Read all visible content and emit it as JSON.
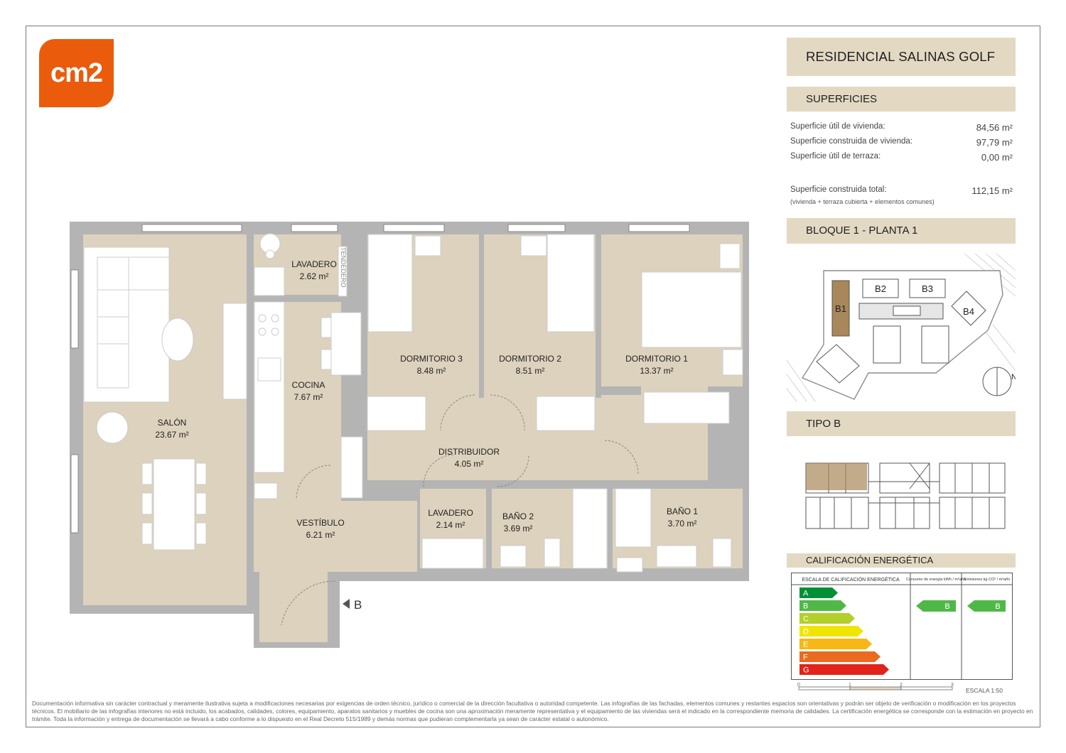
{
  "logo": "cm2",
  "title": "RESIDENCIAL SALINAS GOLF",
  "superficies": {
    "heading": "SUPERFICIES",
    "rows": [
      {
        "label": "Superficie útil de vivienda:",
        "value": "84,56 m²"
      },
      {
        "label": "Superficie construida de vivienda:",
        "value": "97,79 m²"
      },
      {
        "label": "Superficie útil de terraza:",
        "value": "0,00 m²"
      },
      {
        "label": "Superficie construida total:",
        "value": "112,15 m²"
      }
    ],
    "note": "(vivienda + terraza cubierta + elementos comunes)"
  },
  "bloque": "BLOQUE 1  - PLANTA 1",
  "site_plan": {
    "blocks": [
      "B1",
      "B2",
      "B3",
      "B4"
    ],
    "north": "N"
  },
  "tipo": "TIPO B",
  "calificacion": {
    "heading": "CALIFICACIÓN ENERGÉTICA",
    "scale_header": "ESCALA DE CALIFICACIÓN ENERGÉTICA",
    "consumo_header": "Consumo de energía kWh / m²año",
    "emisiones_header": "Emisiones kg CO² / m²año",
    "grades": [
      "A",
      "B",
      "C",
      "D",
      "E",
      "F",
      "G"
    ],
    "grade_colors": [
      "#009036",
      "#50b848",
      "#b3cf2b",
      "#f0e500",
      "#f7b717",
      "#ea6a1f",
      "#e2231a"
    ],
    "consumo": "B",
    "emisiones": "B"
  },
  "scale_bar": {
    "ticks": [
      "0",
      "1",
      "2",
      "3"
    ],
    "label": "ESCALA 1:50"
  },
  "rooms": [
    {
      "name": "LAVADERO",
      "area": "2.62 m²"
    },
    {
      "name": "COCINA",
      "area": "7.67 m²"
    },
    {
      "name": "DORMITORIO 3",
      "area": "8.48 m²"
    },
    {
      "name": "DORMITORIO 2",
      "area": "8.51 m²"
    },
    {
      "name": "DORMITORIO 1",
      "area": "13.37 m²"
    },
    {
      "name": "SALÓN",
      "area": "23.67 m²"
    },
    {
      "name": "DISTRIBUIDOR",
      "area": "4.05 m²"
    },
    {
      "name": "LAVADERO",
      "area": "2.14 m²"
    },
    {
      "name": "BAÑO 2",
      "area": "3.69 m²"
    },
    {
      "name": "BAÑO 1",
      "area": "3.70 m²"
    },
    {
      "name": "VESTÍBULO",
      "area": "6.21 m²"
    }
  ],
  "tendedero": "TENDEDERO",
  "section_marker": "B",
  "disclaimer": "Documentación informativa sin carácter contractual y meramente ilustrativa sujeta a modificaciones necesarias por exigencias de orden técnico, jurídico o comercial de la dirección facultativa o autoridad competente. Las infografías de las fachadas, elementos comunes y restantes espacios son orientativas y podrán ser objeto de verificación o modificación en los proyectos técnicos. El mobiliario de las infografías interiores no está incluido, los acabados, calidades, colores, equipamiento, aparatos sanitarios y muebles de cocina son una aproximación meramente representativa y el equipamiento de las viviendas será el indicado en la correspondiente memoria de calidades. La certificación energética se corresponde con la estimación en proyecto en trámite. Toda la información y entrega de documentación se llevará a cabo conforme a lo dispuesto en el Real Decreto 515/1989 y demás normas que pudieran complementarla ya sean de carácter estatal o autonómico."
}
